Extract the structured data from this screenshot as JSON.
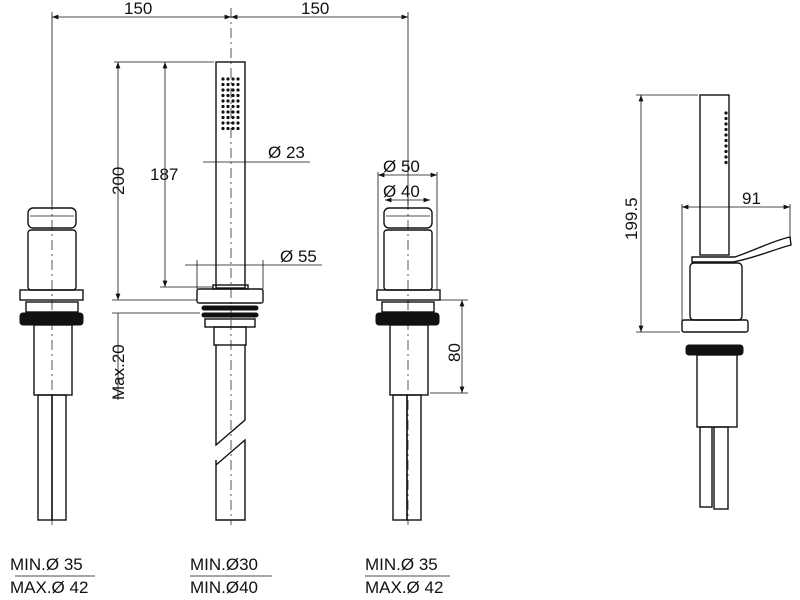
{
  "dimensions": {
    "spacing_left": "150",
    "spacing_right": "150",
    "height_total": "200",
    "height_handshower": "187",
    "max_deck": "Max.20",
    "diameter_handle": "Ø 23",
    "diameter_base": "Ø 55",
    "diameter_valve_outer": "Ø 50",
    "diameter_valve_knob": "Ø 40",
    "valve_below_deck": "80",
    "side_height": "199.5",
    "side_depth": "91"
  },
  "hole_specs": {
    "left": {
      "min": "MIN.Ø 35",
      "max": "MAX.Ø 42"
    },
    "center": {
      "min": "MIN.Ø30",
      "max": "MIN.Ø40"
    },
    "right": {
      "min": "MIN.Ø 35",
      "max": "MAX.Ø 42"
    }
  },
  "colors": {
    "line": "#111111",
    "background": "#ffffff"
  }
}
